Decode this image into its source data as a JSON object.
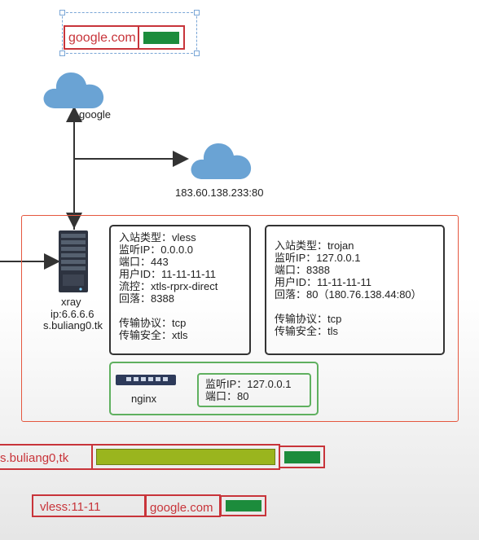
{
  "google_top": {
    "text": "google.com"
  },
  "cloud_google": {
    "label": "google"
  },
  "cloud_ip": {
    "label": "183.60.138.233:80"
  },
  "server": {
    "name": "xray",
    "ip": "ip:6.6.6.6",
    "domain": "s.buliang0.tk"
  },
  "vless_box": {
    "lines": [
      "入站类型：vless",
      "监听IP：0.0.0.0",
      "端口：443",
      "用户ID：11-11-11-11",
      "流控：xtls-rprx-direct",
      "回落：8388",
      "",
      "传输协议：tcp",
      "传输安全：xtls"
    ]
  },
  "trojan_box": {
    "lines": [
      "入站类型：trojan",
      "监听IP：127.0.0.1",
      "端口：8388",
      "用户ID：11-11-11-11",
      "回落：80（180.76.138.44:80）",
      "",
      "传输协议：tcp",
      "传输安全：tls"
    ]
  },
  "nginx": {
    "label": "nginx",
    "lines": [
      "监听IP：127.0.0.1",
      "端口：80"
    ]
  },
  "packet1": {
    "domain": "s.buliang0,tk"
  },
  "packet2": {
    "vless": "vless:11-11",
    "domain": "google.com"
  },
  "colors": {
    "red": "#c8343a",
    "green": "#1c8c3c",
    "lime": "#9ab51e",
    "panel": "#e5573f"
  }
}
